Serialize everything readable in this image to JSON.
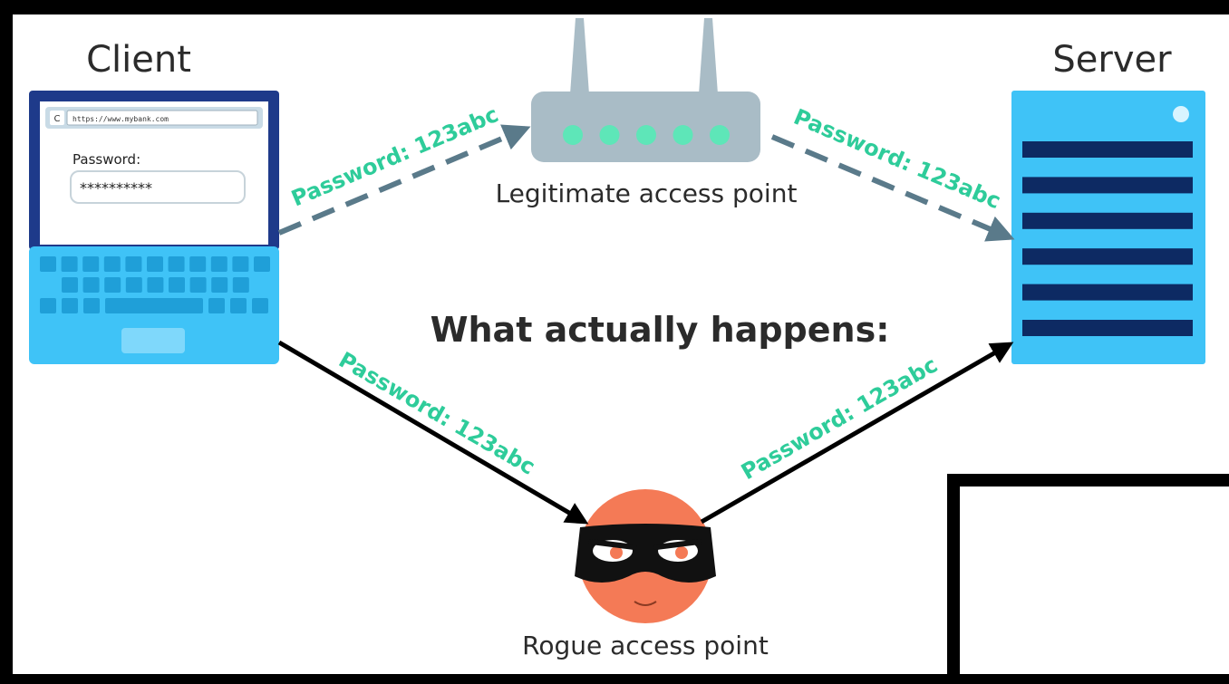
{
  "labels": {
    "client": "Client",
    "server": "Server",
    "legitimate_ap": "Legitimate access point",
    "rogue_ap": "Rogue access point",
    "headline": "What actually happens:",
    "password_flow": "Password: 123abc"
  },
  "browser": {
    "url": "https://www.mybank.com",
    "password_label": "Password:",
    "password_mask": "**********",
    "reload_glyph": "C"
  },
  "colors": {
    "accent_text": "#2ecc9a",
    "dashed_arrow": "#5a7a8a",
    "laptop_frame": "#1e3a8a",
    "laptop_body": "#3fc3f7",
    "router": "#a9bcc6",
    "router_led": "#5ee6b8",
    "server_body": "#3fc3f7",
    "server_slots": "#0d2a63",
    "rogue_face": "#f47a56",
    "mask": "#111111"
  },
  "icons": {
    "laptop": "laptop-icon",
    "router": "router-icon",
    "server": "server-icon",
    "rogue": "masked-face-icon"
  }
}
